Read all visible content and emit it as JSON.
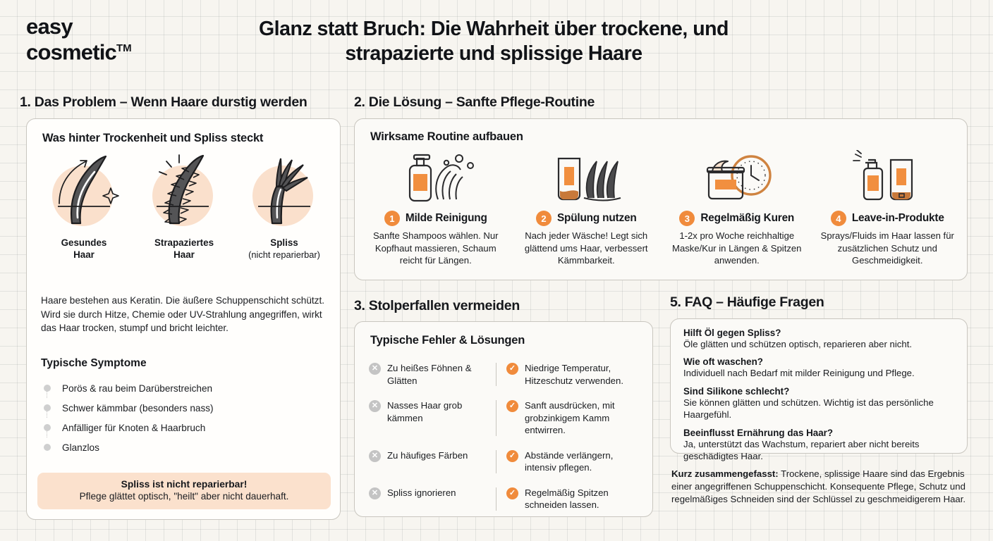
{
  "brand": {
    "line1": "easy",
    "line2": "cosmetic",
    "tm": "TM"
  },
  "headline": "Glanz statt Bruch: Die Wahrheit über trockene, und strapazierte und splissige Haare",
  "colors": {
    "accent": "#f08b3c",
    "blob": "#fae0cc",
    "note_bg": "#fbe1cd",
    "bad": "#c4c4c4",
    "page_bg": "#f7f5f0"
  },
  "section1": {
    "title": "1. Das Problem – Wenn Haare durstig werden",
    "card_title": "Was hinter Trockenheit und Spliss steckt",
    "illustrations": [
      {
        "icon": "healthy-hair-strand-icon",
        "caption": "Gesundes",
        "caption2": "Haar",
        "sub": ""
      },
      {
        "icon": "damaged-hair-strand-icon",
        "caption": "Strapaziertes",
        "caption2": "Haar",
        "sub": ""
      },
      {
        "icon": "split-ends-hair-strand-icon",
        "caption": "Spliss",
        "caption2": "",
        "sub": "(nicht reparierbar)"
      }
    ],
    "paragraph": "Haare bestehen aus Keratin. Die äußere Schuppenschicht schützt. Wird sie durch Hitze, Chemie oder UV-Strahlung angegriffen, wirkt das Haar trocken, stumpf und bricht leichter.",
    "symptoms_title": "Typische Symptome",
    "symptoms": [
      "Porös & rau beim Darüberstreichen",
      "Schwer kämmbar (besonders nass)",
      "Anfälliger für Knoten & Haarbruch",
      "Glanzlos"
    ],
    "note_bold": "Spliss ist nicht reparierbar!",
    "note_text": "Pflege glättet optisch, \"heilt\" aber nicht dauerhaft."
  },
  "section2": {
    "title": "2. Die Lösung – Sanfte Pflege-Routine",
    "card_title": "Wirksame Routine aufbauen",
    "steps": [
      {
        "number": "1",
        "icon": "shampoo-bottle-washing-hands-icon",
        "title": "Milde Reinigung",
        "desc": "Sanfte Shampoos wählen. Nur Kopfhaut massieren, Schaum reicht für Längen."
      },
      {
        "number": "2",
        "icon": "conditioner-tube-hair-strands-icon",
        "title": "Spülung nutzen",
        "desc": "Nach jeder Wäsche! Legt sich glättend ums Haar, verbessert Kämmbarkeit."
      },
      {
        "number": "3",
        "icon": "hair-mask-jar-clock-icon",
        "title": "Regelmäßig Kuren",
        "desc": "1-2x pro Woche reichhaltige Maske/Kur in Längen & Spitzen anwenden."
      },
      {
        "number": "4",
        "icon": "leave-in-spray-tube-icon",
        "title": "Leave-in-Produkte",
        "desc": "Sprays/Fluids im Haar lassen für zusätzlichen Schutz und Geschmeidigkeit."
      }
    ]
  },
  "section3": {
    "title": "3. Stolperfallen vermeiden",
    "card_title": "Typische Fehler & Lösungen",
    "rows": [
      {
        "mistake": "Zu heißes Föhnen & Glätten",
        "solution": "Niedrige Temperatur, Hitzeschutz verwenden."
      },
      {
        "mistake": "Nasses Haar grob kämmen",
        "solution": "Sanft ausdrücken, mit grobzinkigem Kamm entwirren."
      },
      {
        "mistake": "Zu häufiges Färben",
        "solution": "Abstände verlängern, intensiv pflegen."
      },
      {
        "mistake": "Spliss ignorieren",
        "solution": "Regelmäßig Spitzen schneiden lassen."
      }
    ],
    "bad_glyph": "✕",
    "good_glyph": "✓"
  },
  "section5": {
    "title": "5. FAQ – Häufige Fragen",
    "faqs": [
      {
        "q": "Hilft Öl gegen Spliss?",
        "a": "Öle glätten und schützen optisch, reparieren aber nicht."
      },
      {
        "q": "Wie oft waschen?",
        "a": "Individuell nach Bedarf mit milder Reinigung und Pflege."
      },
      {
        "q": "Sind Silikone schlecht?",
        "a": "Sie können glätten und schützen. Wichtig ist das persönliche Haargefühl."
      },
      {
        "q": "Beeinflusst Ernährung das Haar?",
        "a": "Ja, unterstützt das Wachstum, repariert aber nicht bereits geschädigtes Haar."
      }
    ],
    "summary_label": "Kurz zusammengefasst:",
    "summary_text": " Trockene, splissige Haare sind das Ergebnis einer angegriffenen Schuppenschicht. Konsequente Pflege, Schutz und regelmäßiges Schneiden sind der Schlüssel zu geschmeidigerem Haar."
  }
}
